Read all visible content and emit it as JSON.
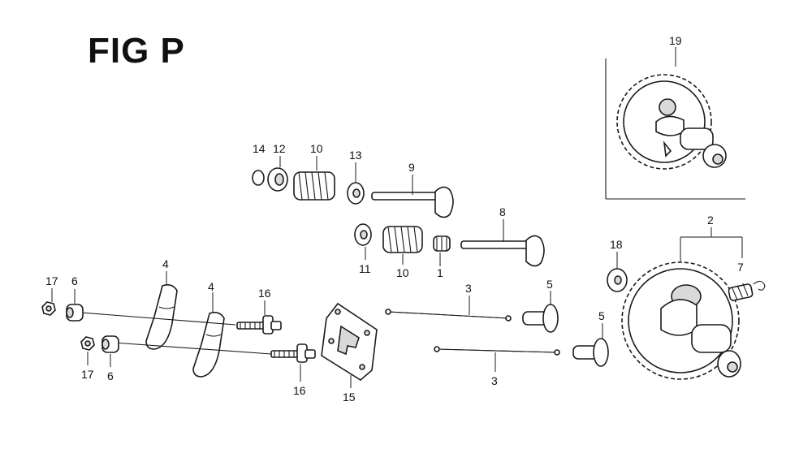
{
  "figure": {
    "title": "FIG P"
  },
  "callouts": {
    "c19": "19",
    "c14": "14",
    "c12": "12",
    "c10a": "10",
    "c13": "13",
    "c9": "9",
    "c8": "8",
    "c11": "11",
    "c10b": "10",
    "c1": "1",
    "c2": "2",
    "c7": "7",
    "c18": "18",
    "c4a": "4",
    "c4b": "4",
    "c16a": "16",
    "c16b": "16",
    "c17a": "17",
    "c6a": "6",
    "c17b": "17",
    "c6b": "6",
    "c3a": "3",
    "c3b": "3",
    "c5a": "5",
    "c5b": "5",
    "c15": "15"
  }
}
